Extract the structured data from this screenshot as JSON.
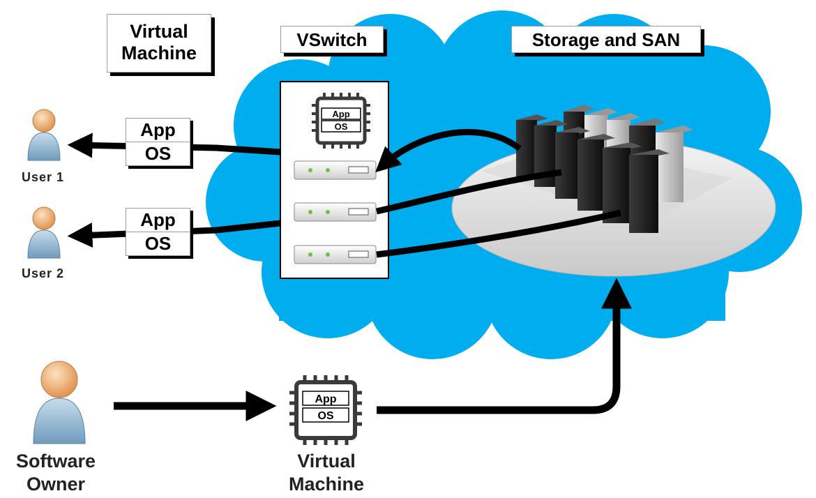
{
  "labels": {
    "virtual_machine_top": "Virtual Machine",
    "vswitch": "VSwitch",
    "storage_san": "Storage and SAN",
    "user1": "User 1",
    "user2": "User 2",
    "software_owner": "Software Owner",
    "virtual_machine_bottom": "Virtual Machine"
  },
  "stack": {
    "app": "App",
    "os": "OS"
  },
  "colors": {
    "cloud": "#00aeef",
    "person_head": "#f0b77a",
    "person_body": "#9cc0da",
    "chip": "#3a3a3a",
    "arrow": "#000000"
  }
}
